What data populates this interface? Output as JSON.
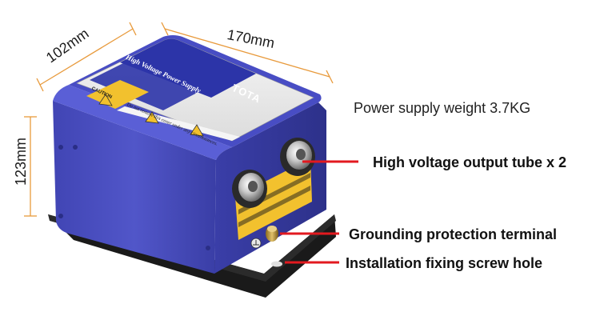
{
  "dimensions": {
    "width": "170mm",
    "depth": "102mm",
    "height": "123mm"
  },
  "callouts": {
    "weight": "Power supply weight 3.7KG",
    "output_tube": "High voltage output tube x 2",
    "grounding": "Grounding protection terminal",
    "screw_hole": "Installation fixing screw hole"
  },
  "label": {
    "title": "High Voltage Power Supply",
    "brand": "TOTA",
    "caution": "CAUTION",
    "warning": "Do not remove this cover under any circumstances."
  },
  "colors": {
    "body_blue": "#4b4fc0",
    "dimension_line": "#e89a3c",
    "pointer_red": "#e2191f",
    "base_black": "#1a1a1a"
  }
}
